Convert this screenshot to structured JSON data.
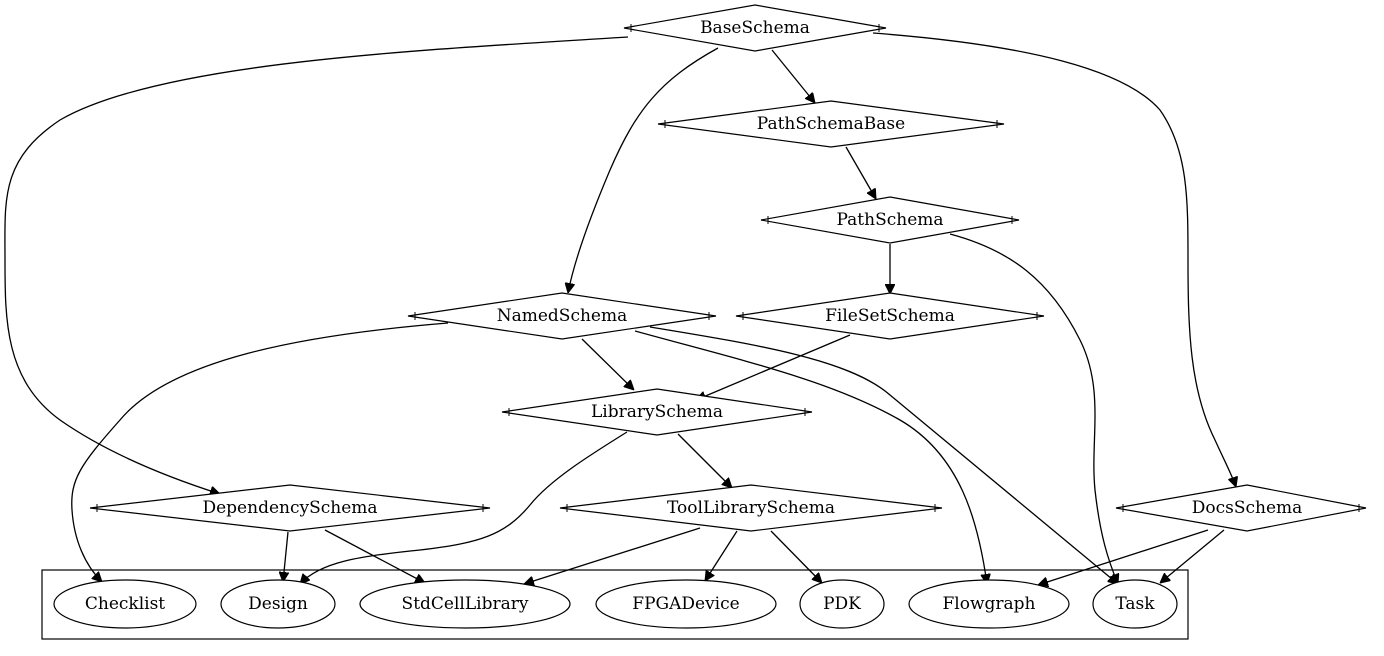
{
  "graph": {
    "schema_nodes": {
      "base": "BaseSchema",
      "path_base": "PathSchemaBase",
      "path": "PathSchema",
      "named": "NamedSchema",
      "fileset": "FileSetSchema",
      "library": "LibrarySchema",
      "dependency": "DependencySchema",
      "tool_library": "ToolLibrarySchema",
      "docs": "DocsSchema"
    },
    "leaf_nodes": {
      "checklist": "Checklist",
      "design": "Design",
      "stdcell": "StdCellLibrary",
      "fpga": "FPGADevice",
      "pdk": "PDK",
      "flowgraph": "Flowgraph",
      "task": "Task"
    },
    "edges": [
      [
        "base",
        "path_base"
      ],
      [
        "base",
        "named"
      ],
      [
        "base",
        "dependency"
      ],
      [
        "base",
        "docs"
      ],
      [
        "path_base",
        "path"
      ],
      [
        "path",
        "fileset"
      ],
      [
        "path",
        "task"
      ],
      [
        "named",
        "library"
      ],
      [
        "named",
        "checklist"
      ],
      [
        "named",
        "flowgraph"
      ],
      [
        "named",
        "task"
      ],
      [
        "fileset",
        "library"
      ],
      [
        "library",
        "tool_library"
      ],
      [
        "library",
        "design"
      ],
      [
        "dependency",
        "design"
      ],
      [
        "dependency",
        "stdcell"
      ],
      [
        "tool_library",
        "stdcell"
      ],
      [
        "tool_library",
        "fpga"
      ],
      [
        "tool_library",
        "pdk"
      ],
      [
        "docs",
        "flowgraph"
      ],
      [
        "docs",
        "task"
      ]
    ]
  }
}
